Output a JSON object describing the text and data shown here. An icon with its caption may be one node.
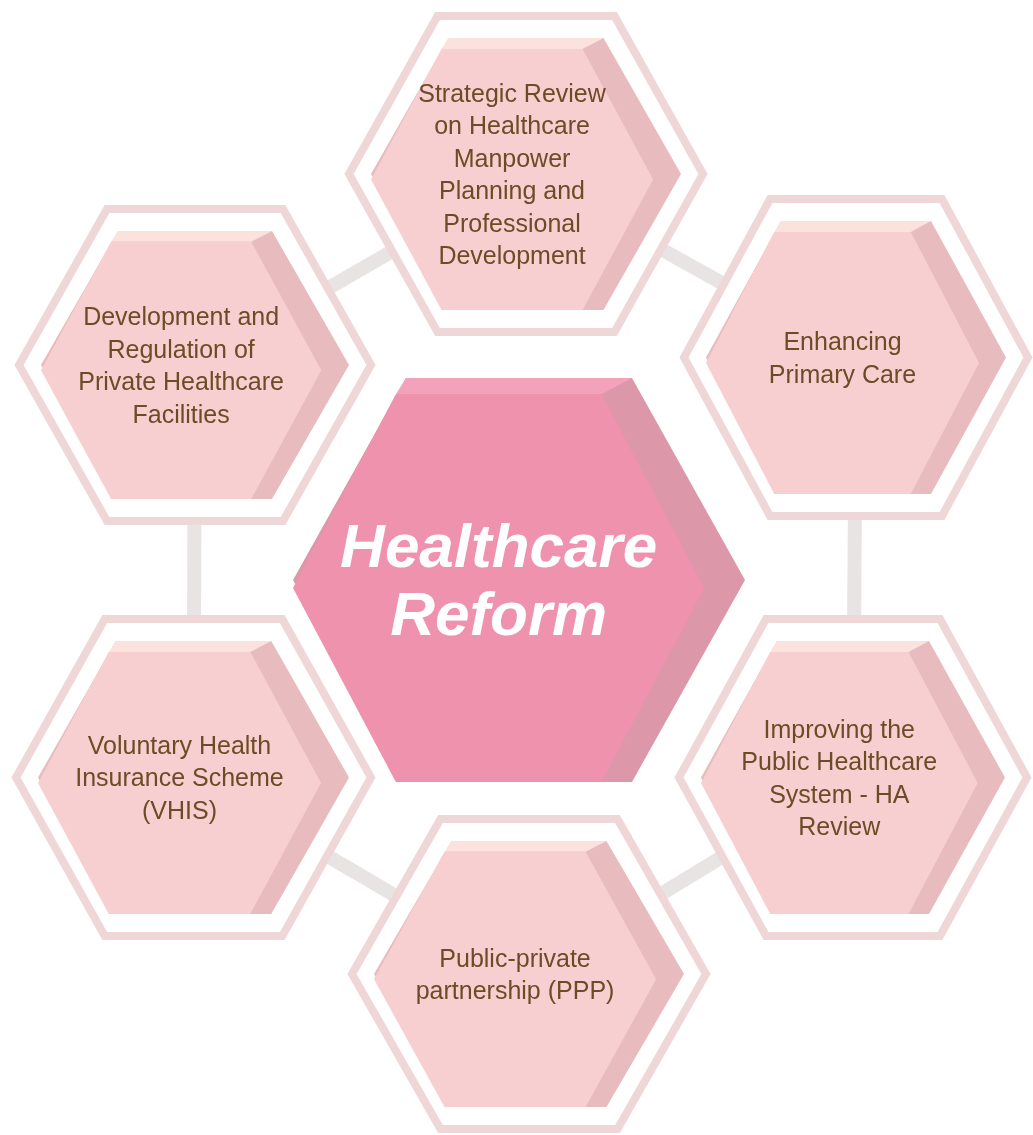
{
  "diagram": {
    "nodes": [
      {
        "text": [
          "Healthcare Reform"
        ]
      },
      {
        "text": [
          "Strategic Review on Healthcare Manpower Planning and Professional Development"
        ]
      },
      {
        "text": [
          "Enhancing Primary Care"
        ]
      },
      {
        "text": [
          "Improving the Public Healthcare System - HA Review"
        ]
      },
      {
        "text": [
          "Public-private partnership (PPP)"
        ]
      },
      {
        "text": [
          "Voluntary Health Insurance Scheme (VHIS)"
        ]
      },
      {
        "text": [
          "Development and Regulation of Private Healthcare Facilities"
        ]
      }
    ],
    "edges": [
      {
        "from": 1,
        "to": 2,
        "arrow": "none"
      },
      {
        "from": 2,
        "to": 3,
        "arrow": "none"
      },
      {
        "from": 3,
        "to": 4,
        "arrow": "none"
      },
      {
        "from": 4,
        "to": 5,
        "arrow": "none"
      },
      {
        "from": 5,
        "to": 6,
        "arrow": "none"
      },
      {
        "from": 6,
        "to": 1,
        "arrow": "none"
      }
    ]
  }
}
